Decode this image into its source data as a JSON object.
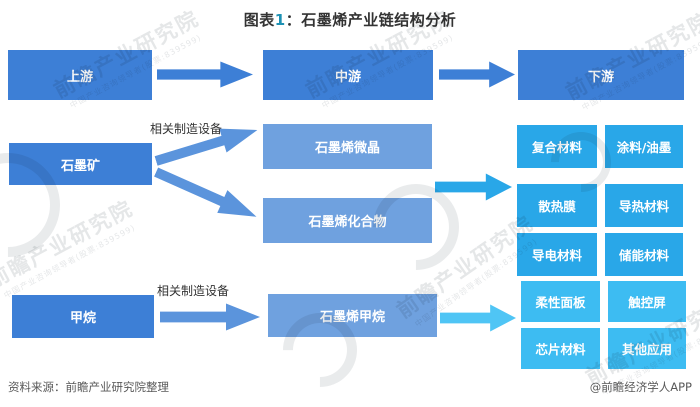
{
  "title": {
    "prefix": "图表",
    "number": "1",
    "rest": "：石墨烯产业链结构分析"
  },
  "flow": {
    "row1": {
      "upstream": "上游",
      "midstream": "中游",
      "downstream": "下游"
    },
    "row2": {
      "source": "石墨矿",
      "equip_label": "相关制造设备",
      "branch1": "石墨烯微晶",
      "branch2": "石墨烯化合物",
      "apps": [
        "复合材料",
        "涂料/油墨",
        "散热膜",
        "导热材料",
        "导电材料",
        "储能材料"
      ]
    },
    "row3": {
      "source": "甲烷",
      "equip_label": "相关制造设备",
      "product": "石墨烯甲烷",
      "apps": [
        "柔性面板",
        "触控屏",
        "芯片材料",
        "其他应用"
      ]
    }
  },
  "footer": {
    "source": "资料来源：前瞻产业研究院整理",
    "credit": "@前瞻经济学人APP"
  },
  "watermark": {
    "brand": "前瞻产业研究院",
    "tagline": "中国产业咨询领导者(股票:839599)"
  },
  "colors": {
    "primary_blue": "#3d7fd6",
    "soft_blue": "#6fa1df",
    "arrow_blue": "#5b94dc",
    "cyan": "#29a7e8",
    "light_cyan": "#3dbcf2",
    "title_number_teal": "#1d91b4",
    "text_dark": "#333333",
    "footer_gray": "#595959"
  }
}
